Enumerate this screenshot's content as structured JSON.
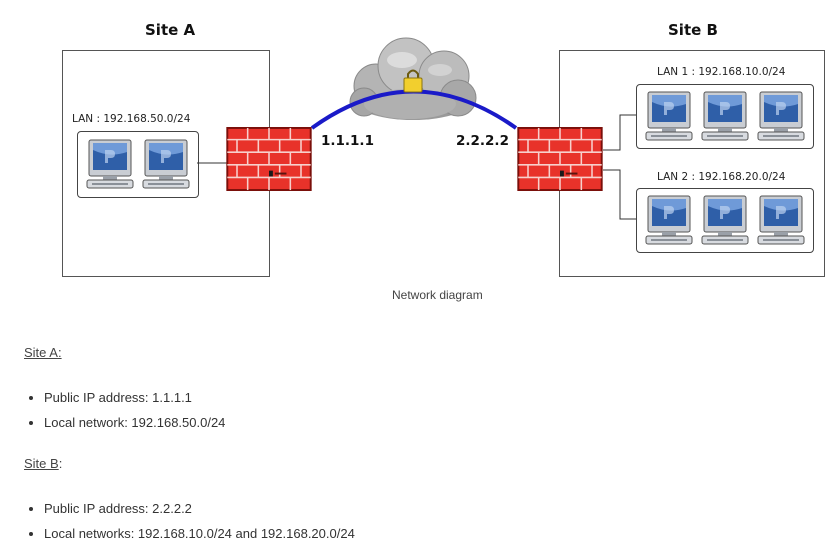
{
  "diagram": {
    "site_a_title": "Site A",
    "site_b_title": "Site B",
    "site_a_lan": "LAN : 192.168.50.0/24",
    "site_b_lan1": "LAN 1 : 192.168.10.0/24",
    "site_b_lan2": "LAN 2 : 192.168.20.0/24",
    "ip_a": "1.1.1.1",
    "ip_b": "2.2.2.2",
    "tunnel_color": "#1a1ac8",
    "firewall_color": "#e8322a",
    "caption": "Network diagram"
  },
  "content": {
    "site_a_heading": "Site A",
    "site_a_colon": ":",
    "site_a_items": [
      "Public IP address: 1.1.1.1",
      "Local network: 192.168.50.0/24"
    ],
    "site_b_heading": "Site B",
    "site_b_colon": ":",
    "site_b_items": [
      "Public IP address: 2.2.2.2",
      "Local networks: 192.168.10.0/24 and 192.168.20.0/24"
    ]
  }
}
